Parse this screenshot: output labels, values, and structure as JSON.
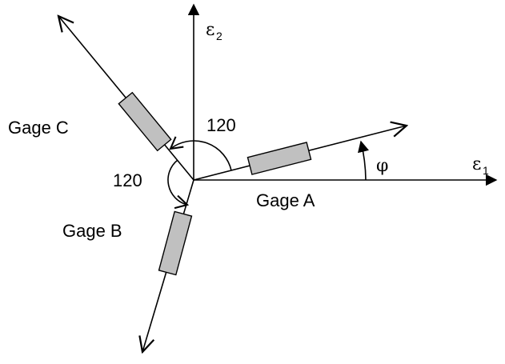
{
  "labels": {
    "gage_a": "Gage A",
    "gage_b": "Gage B",
    "gage_c": "Gage C",
    "angle_ac": "120",
    "angle_cb": "120",
    "phi": "φ",
    "axis_1": "ε",
    "axis_1_sub": "1",
    "axis_2": "ε",
    "axis_2_sub": "2"
  },
  "colors": {
    "gage_fill": "#c0c0c0",
    "stroke": "#000000"
  }
}
